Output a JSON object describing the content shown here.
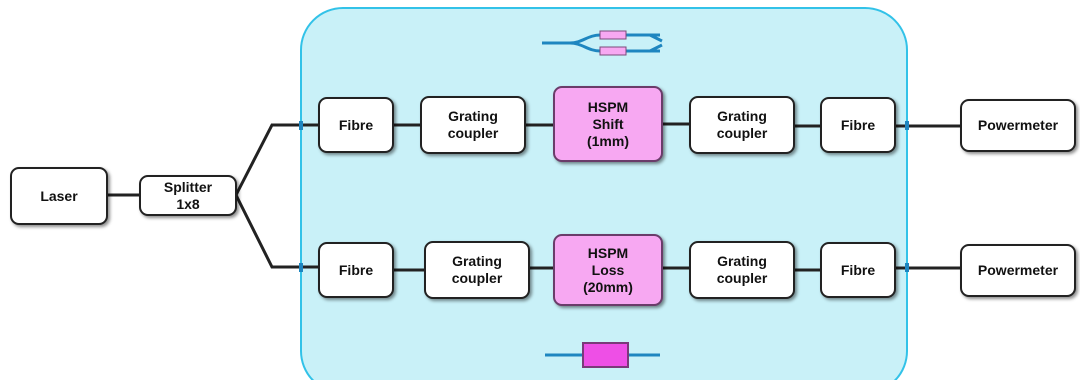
{
  "colors": {
    "chip_fill": "#c9f1f8",
    "chip_border": "#32c2e8",
    "hspm_fill": "#f7a8f2",
    "line": "#222222",
    "icon_waveguide": "#1e86c0",
    "icon_pink": "#ee4fe6"
  },
  "icons": {
    "top": "mzi-splitter-icon",
    "bottom": "loss-waveguide-icon"
  },
  "nodes": {
    "laser": "Laser",
    "splitter": "Splitter\n1x8",
    "top": {
      "fibre_in": "Fibre",
      "grating_in": "Grating\ncoupler",
      "hspm": "HSPM\nShift\n(1mm)",
      "grating_out": "Grating\ncoupler",
      "fibre_out": "Fibre",
      "powermeter": "Powermeter"
    },
    "bottom": {
      "fibre_in": "Fibre",
      "grating_in": "Grating\ncoupler",
      "hspm": "HSPM\nLoss\n(20mm)",
      "grating_out": "Grating\ncoupler",
      "fibre_out": "Fibre",
      "powermeter": "Powermeter"
    }
  }
}
